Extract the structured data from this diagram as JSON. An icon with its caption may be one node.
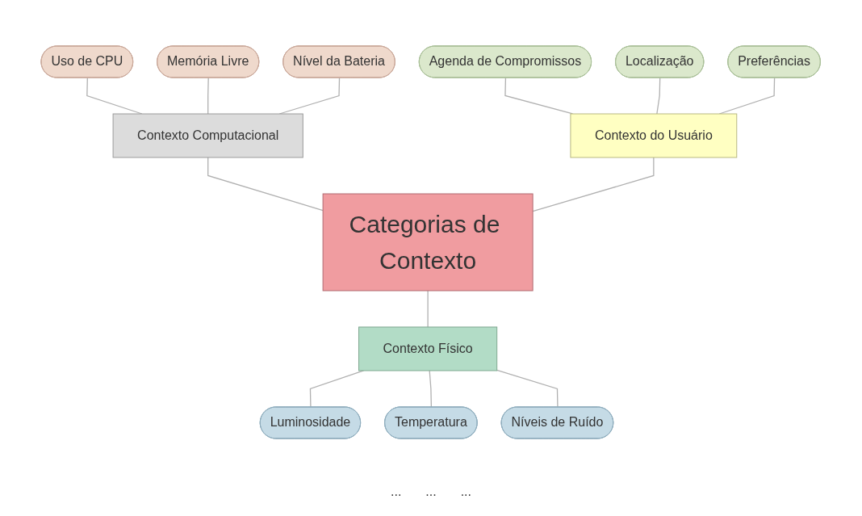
{
  "diagram": {
    "nodes": [
      {
        "text": [
          "Memória Livre"
        ]
      },
      {
        "text": [
          "Nível da Bateria"
        ]
      },
      {
        "text": [
          "Uso de CPU"
        ]
      },
      {
        "text": [
          "Localização"
        ]
      },
      {
        "text": [
          "Preferências"
        ]
      },
      {
        "text": [
          "Agenda de Compromissos"
        ]
      },
      {
        "text": [
          "Contexto Computacional"
        ]
      },
      {
        "text": [
          "Contexto do Usuário"
        ]
      },
      {
        "text": [
          "Categorias de Contexto"
        ]
      },
      {
        "text": [
          "Contexto Físico"
        ]
      },
      {
        "text": [
          "Luminosidade"
        ]
      },
      {
        "text": [
          "Níveis de Ruído"
        ]
      },
      {
        "text": [
          "Temperatura"
        ]
      }
    ],
    "edges": [
      {
        "from": 2,
        "to": 6,
        "arrow": "none"
      },
      {
        "from": 0,
        "to": 6,
        "arrow": "none"
      },
      {
        "from": 1,
        "to": 6,
        "arrow": "none"
      },
      {
        "from": 5,
        "to": 7,
        "arrow": "none"
      },
      {
        "from": 3,
        "to": 7,
        "arrow": "none"
      },
      {
        "from": 4,
        "to": 7,
        "arrow": "none"
      },
      {
        "from": 6,
        "to": 8,
        "arrow": "none"
      },
      {
        "from": 7,
        "to": 8,
        "arrow": "none"
      },
      {
        "from": 8,
        "to": 9,
        "arrow": "none"
      },
      {
        "from": 9,
        "to": 10,
        "arrow": "none"
      },
      {
        "from": 9,
        "to": 12,
        "arrow": "none"
      },
      {
        "from": 9,
        "to": 11,
        "arrow": "none"
      }
    ],
    "labels": [
      "...",
      "...",
      "..."
    ]
  }
}
